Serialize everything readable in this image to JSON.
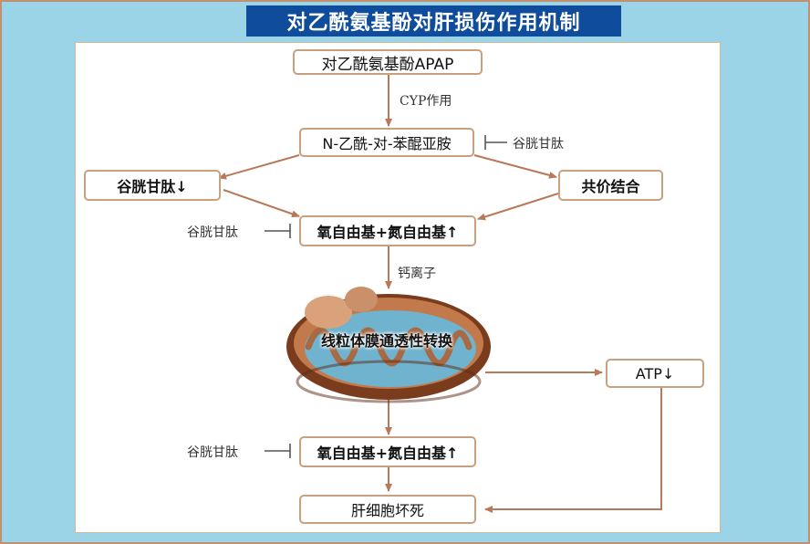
{
  "title": "对乙酰氨基酚对肝损伤作用机制",
  "nodes": {
    "apap": "对乙酰氨基酚APAP",
    "napqi": "N-乙酰-对-苯醌亚胺",
    "gsh_down": "谷胱甘肽↓",
    "covalent": "共价结合",
    "radicals1": "氧自由基+氮自由基↑",
    "mito": "线粒体膜通透性转换",
    "atp": "ATP↓",
    "radicals2": "氧自由基+氮自由基↑",
    "necrosis": "肝细胞坏死"
  },
  "labels": {
    "cyp": "CYP作用",
    "gsh_inhibit1": "谷胱甘肽",
    "gsh_inhibit2": "谷胱甘肽",
    "gsh_inhibit3": "谷胱甘肽",
    "calcium": "钙离子"
  },
  "colors": {
    "background": "#9ad4e6",
    "title_bg": "#0f4c9c",
    "title_text": "#ffffff",
    "arrow": "#b8785a",
    "box_border": "#c8a07e",
    "inhibit": "#555555"
  }
}
